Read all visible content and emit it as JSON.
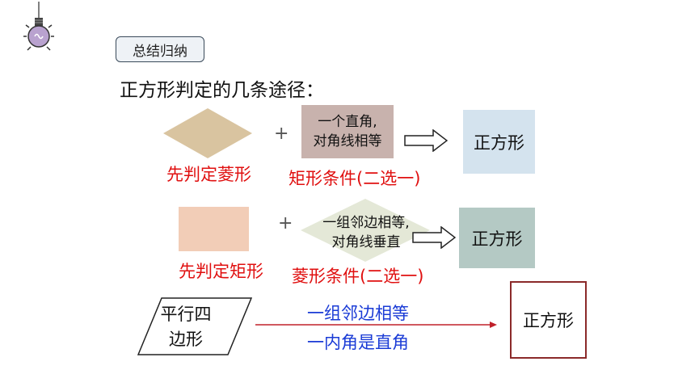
{
  "summary_label": "总结归纳",
  "heading": "正方形判定的几条途径：",
  "plus_sign": "+",
  "row1": {
    "condition_lines": [
      "一个直角,",
      "对角线相等"
    ],
    "result": "正方形",
    "start_label": "先判定菱形",
    "condition_label": "矩形条件(二选一)"
  },
  "row2": {
    "condition_lines": [
      "一组邻边相等,",
      "对角线垂直"
    ],
    "result": "正方形",
    "start_label": "先判定矩形",
    "condition_label": "菱形条件(二选一)"
  },
  "row3": {
    "shape_lines": [
      "平行四",
      "边形"
    ],
    "condition_top": "一组邻边相等",
    "condition_bottom": "一内角是直角",
    "result": "正方形"
  },
  "colors": {
    "rhombus_fill": "#d9c4a0",
    "rect_fill": "#f2cdb7",
    "cond_box_fill": "#c8b2ad",
    "result1_fill": "#d4e3ee",
    "result2_fill": "#b4c9c4",
    "red_text": "#e01010",
    "blue_text": "#1a3bd6",
    "arrow_red": "#c0202a"
  }
}
